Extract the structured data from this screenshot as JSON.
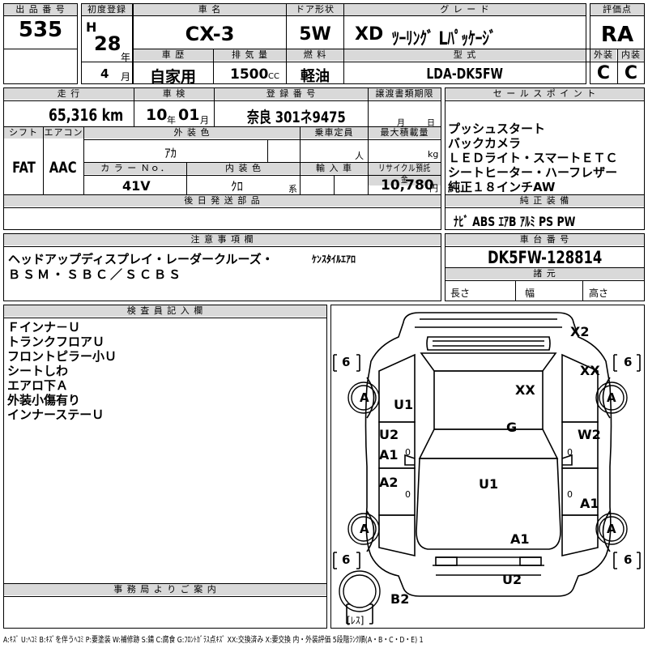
{
  "header": {
    "lot_label": "出 品 番 号",
    "lot_no": "535",
    "first_reg_label": "初度登録",
    "era": "H",
    "year": "28",
    "year_unit": "年",
    "month": "4",
    "month_unit": "月",
    "name_label": "車 名",
    "car_name": "CX-3",
    "door_label": "ドア形状",
    "door": "5W",
    "grade_label": "グ レ ー ド",
    "grade_xd": "XD",
    "grade_rest": "ﾂｰﾘﾝｸﾞ Lﾊﾟｯｹｰｼﾞ",
    "score_label": "評価点",
    "score": "RA",
    "history_label": "車 歴",
    "history": "自家用",
    "displacement_label": "排 気 量",
    "displacement": "1500",
    "cc": "CC",
    "fuel_label": "燃 料",
    "fuel": "軽油",
    "model_label": "型 式",
    "model": "LDA-DK5FW",
    "ext_label": "外装",
    "ext": "C",
    "int_label": "内装",
    "int": "C"
  },
  "row2": {
    "mileage_label": "走 行",
    "mileage": "65,316 km",
    "inspection_label": "車 検",
    "insp_year": "10",
    "insp_year_unit": "年",
    "insp_month": "01",
    "insp_month_unit": "月",
    "regno_label": "登 録 番 号",
    "regno": "奈良 301ネ9475",
    "transfer_label": "譲渡書類期限",
    "transfer_month": "月",
    "transfer_day": "日",
    "sales_label": "セ ー ル ス ポ イ ン ト",
    "sales_points": [
      "プッシュスタート",
      "バックカメラ",
      "ＬＥＤライト・スマートＥＴＣ",
      "シートヒーター・ハーフレザー",
      "純正１８インチAW"
    ]
  },
  "row3": {
    "shift_label": "シフト",
    "shift": "FAT",
    "ac_label": "エアコン",
    "ac": "AAC",
    "color_label": "外 装 色",
    "color": "ｱｶ",
    "capacity_label": "乗車定員",
    "capacity_unit": "人",
    "load_label": "最大積載量",
    "load_unit": "kg",
    "colorno_label": "カ ラ ー Ｎｏ．",
    "colorno": "41V",
    "intcolor_label": "内 装 色",
    "intcolor": "ｸﾛ",
    "intcolor_unit": "系",
    "import_label": "輸 入 車",
    "recycle_label": "リサイクル預託金",
    "recycle": "10,780",
    "recycle_unit": "円"
  },
  "later_label": "後 日 発 送 部 品",
  "equipment_label": "純 正 装 備",
  "equipment": "ﾅﾋﾞ ABS ｴｱB ｱﾙﾐ PS PW",
  "notes_label": "注 意 事 項 欄",
  "notes_line1": "ヘッドアップディスプレイ・レーダークルーズ・",
  "notes_line1b": "ｹﾝｽﾀｲﾙｴｱﾛ",
  "notes_line2": "ＢＳＭ・ＳＢＣ／ＳＣＢＳ",
  "chassis_label": "車 台 番 号",
  "chassis": "DK5FW-128814",
  "specs_label": "諸 元",
  "length_label": "長さ",
  "width_label": "幅",
  "height_label": "高さ",
  "inspector_label": "検 査 員 記 入 欄",
  "inspector_notes": [
    "Ｆインナ－Ｕ",
    "トランクフロアＵ",
    "フロントピラー小Ｕ",
    "シートしわ",
    "エアロ下Ａ",
    "外装小傷有り",
    "インナーステーＵ"
  ],
  "office_label": "事 務 局 よ り ご 案 内",
  "legend": "A:ｷｽﾞ U:ﾍｺﾐ B:ｷｽﾞを伴うﾍｺﾐ P:要塗装 W:補修跡 S:錆 C:腐食 G:ﾌﾛﾝﾄｶﾞﾗｽ点ｷｽﾞ XX:交換済み X:要交換 内・外装評価 5段階ﾗﾝｸ順(A・B・C・D・E) 1",
  "diagram": {
    "tread": [
      "6",
      "6",
      "6",
      "6"
    ],
    "tires": [
      "A",
      "A",
      "A",
      "A"
    ],
    "spare_label": "ﾚｽ",
    "damage": {
      "x2": "X2",
      "xx_rear_right": "XX",
      "u1_top": "U1",
      "xx_roof": "XX",
      "g": "G",
      "u2_left": "U2",
      "a1_left": "A1",
      "w2": "W2",
      "a2": "A2",
      "u1_mid": "U1",
      "a1_right": "A1",
      "a1_hood": "A1",
      "u2_front": "U2",
      "b2": "B2"
    },
    "zero_marks": [
      "0",
      "0",
      "0",
      "0"
    ]
  }
}
